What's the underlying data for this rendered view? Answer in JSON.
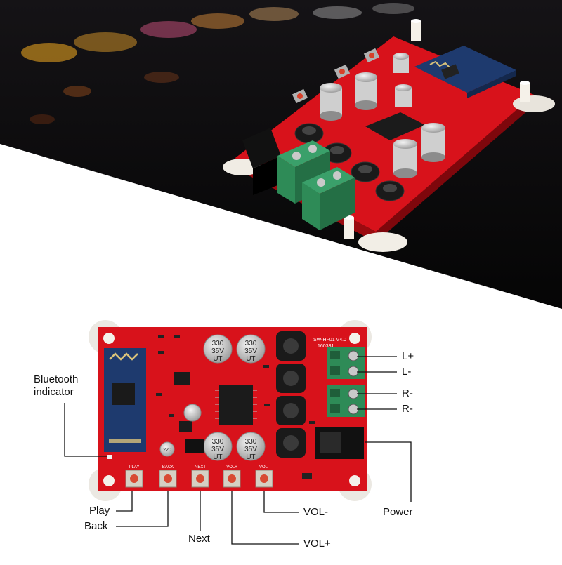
{
  "callouts": {
    "bluetooth_line1": "Bluetooth",
    "bluetooth_line2": "indicator",
    "play": "Play",
    "back": "Back",
    "next": "Next",
    "vol_plus": "VOL+",
    "vol_minus": "VOL-",
    "power": "Power",
    "l_plus": "L+",
    "l_minus": "L-",
    "r_minus_1": "R-",
    "r_minus_2": "R-"
  },
  "board": {
    "button_labels": [
      "PLAY",
      "BACK",
      "NEXT",
      "VOL+",
      "VOL-"
    ],
    "cap_top": "330",
    "cap_mid": "35V",
    "cap_bot": "UT",
    "model": "SW-HF01 V4.0",
    "date": "160331",
    "small_cap": "220"
  },
  "colors": {
    "pcb": "#d8121b",
    "terminal": "#2e8b57",
    "photo_bg": "#0b0b0d"
  }
}
